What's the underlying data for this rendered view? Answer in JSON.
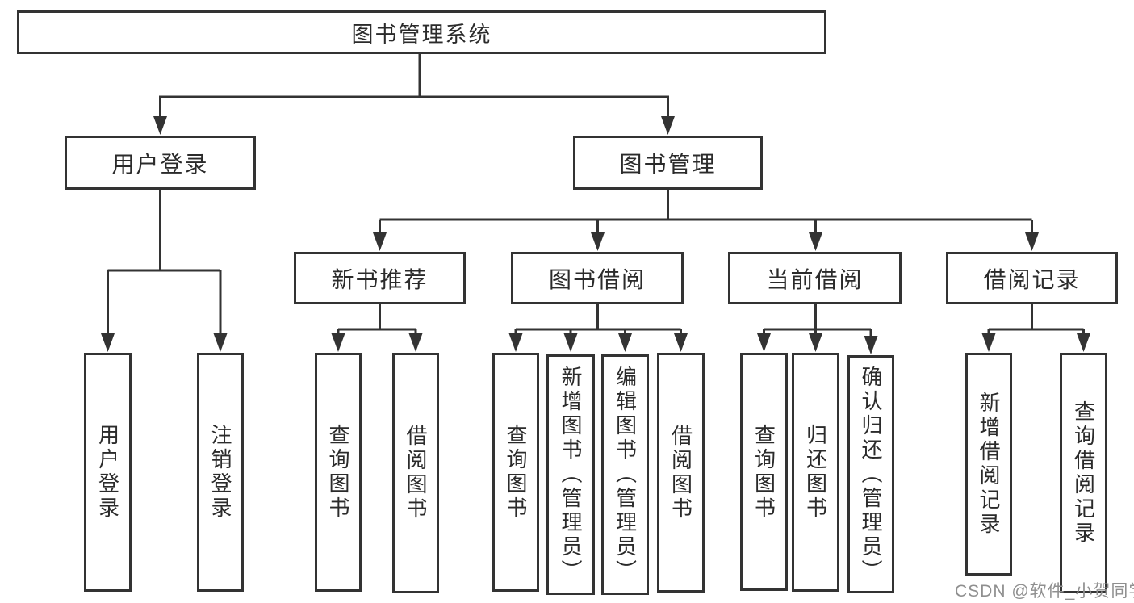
{
  "diagram": {
    "tree": {
      "label": "图书管理系统",
      "children": [
        {
          "label": "用户登录",
          "children": [
            {
              "label": "用户登录"
            },
            {
              "label": "注销登录"
            }
          ]
        },
        {
          "label": "图书管理",
          "children": [
            {
              "label": "新书推荐",
              "children": [
                {
                  "label": "查询图书"
                },
                {
                  "label": "借阅图书"
                }
              ]
            },
            {
              "label": "图书借阅",
              "children": [
                {
                  "label": "查询图书"
                },
                {
                  "label": "新增图书（管理员）"
                },
                {
                  "label": "编辑图书（管理员）"
                },
                {
                  "label": "借阅图书"
                }
              ]
            },
            {
              "label": "当前借阅",
              "children": [
                {
                  "label": "查询图书"
                },
                {
                  "label": "归还图书"
                },
                {
                  "label": "确认归还（管理员）"
                }
              ]
            },
            {
              "label": "借阅记录",
              "children": [
                {
                  "label": "新增借阅记录"
                },
                {
                  "label": "查询借阅记录"
                }
              ]
            }
          ]
        }
      ]
    }
  },
  "watermark": {
    "text": "CSDN @软件_小贺同学"
  },
  "colors": {
    "line": "#333333",
    "box_border": "#333333",
    "text": "#2b2b2b",
    "watermark": "#8f8f8f",
    "background": "#ffffff"
  }
}
